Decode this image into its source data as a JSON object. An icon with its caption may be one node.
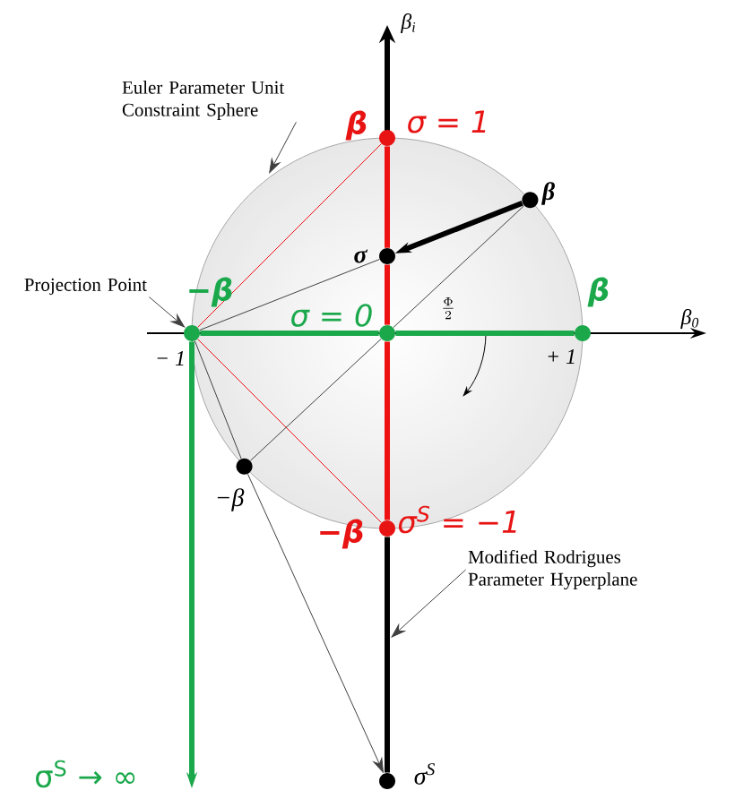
{
  "diagram": {
    "nodes": [
      {
        "text": [
          "Euler Parameter Unit Constraint Sphere"
        ]
      },
      {
        "text": [],
        "shape": "circle",
        "beside": [
          "β",
          "σ = 1"
        ]
      },
      {
        "text": [],
        "shape": "circle",
        "beside": [
          "β"
        ]
      },
      {
        "text": [],
        "shape": "circle",
        "beside": [
          "σ"
        ]
      },
      {
        "text": [
          "Projection Point"
        ]
      },
      {
        "text": [],
        "shape": "circle",
        "beside": [
          "−β"
        ]
      },
      {
        "text": [],
        "shape": "circle",
        "beside": [
          "σ = 0"
        ]
      },
      {
        "text": [],
        "shape": "circle",
        "beside": [
          "β"
        ]
      },
      {
        "text": [],
        "shape": "circle",
        "beside": [
          "−β"
        ]
      },
      {
        "text": [],
        "shape": "circle",
        "beside": [
          "−β",
          "σ$^{S}$ = −1"
        ]
      },
      {
        "text": [
          "Modified Rodrigues Parameter Hyperplane"
        ]
      },
      {
        "text": [],
        "shape": "circle",
        "beside": [
          "σ$^{S}$"
        ]
      }
    ],
    "edges": [
      {
        "from": 0,
        "to": null,
        "arrow": "to"
      },
      {
        "from": 4,
        "to": 5,
        "arrow": "to"
      },
      {
        "from": 10,
        "to": null,
        "arrow": "to"
      },
      {
        "from": 2,
        "to": 3,
        "arrow": "to",
        "style": "thick"
      },
      {
        "from": 8,
        "to": 11,
        "arrow": "to"
      },
      {
        "from": 5,
        "to": null,
        "arrow": "to",
        "style": "thick",
        "color": "#1aa84b"
      },
      {
        "from": 5,
        "to": 3,
        "arrow": "none"
      },
      {
        "from": 5,
        "to": 1,
        "arrow": "none",
        "color": "#ee1111"
      },
      {
        "from": 5,
        "to": 9,
        "arrow": "none",
        "color": "#ee1111"
      },
      {
        "from": 5,
        "to": 6,
        "arrow": "none",
        "style": "thick",
        "color": "#1aa84b"
      },
      {
        "from": 6,
        "to": 7,
        "arrow": "none",
        "style": "thick",
        "color": "#1aa84b"
      },
      {
        "from": 1,
        "to": 3,
        "arrow": "none",
        "style": "thick",
        "color": "#ee1111"
      },
      {
        "from": 3,
        "to": 6,
        "arrow": "none",
        "style": "thick",
        "color": "#ee1111"
      },
      {
        "from": 6,
        "to": 9,
        "arrow": "none",
        "style": "thick",
        "color": "#ee1111"
      },
      {
        "from": 9,
        "to": 11,
        "arrow": "none",
        "style": "thick"
      },
      {
        "from": 2,
        "to": 6,
        "arrow": "none"
      },
      {
        "from": 6,
        "to": 8,
        "arrow": "none"
      },
      {
        "from": 5,
        "to": 8,
        "arrow": "none"
      }
    ],
    "labels": [
      "β$_{i}$",
      "β$_{0}$",
      "− 1",
      "+ 1",
      "\\frac{\\Phi}{2}",
      "σ$^{S}$ → ∞"
    ]
  }
}
